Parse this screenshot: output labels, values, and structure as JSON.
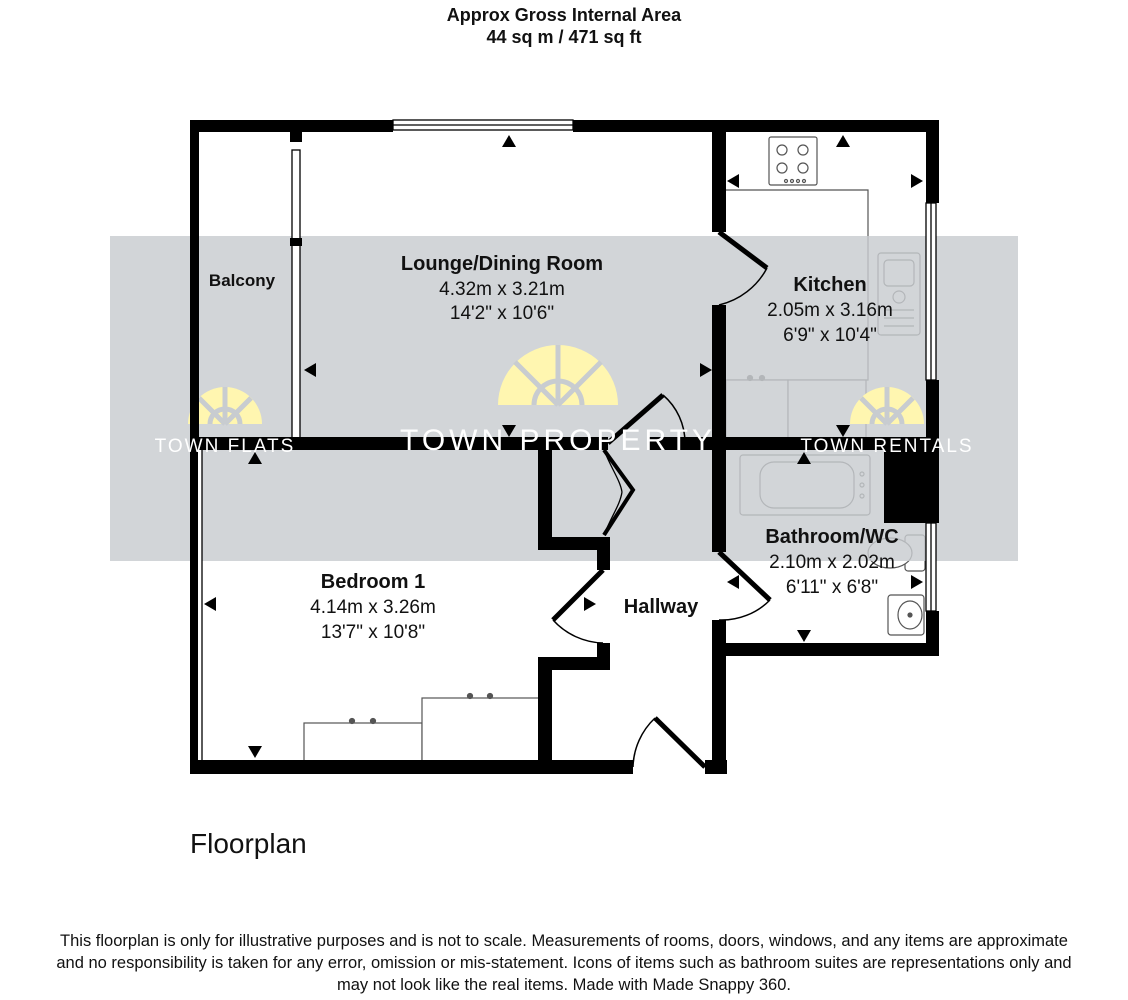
{
  "header": {
    "line1": "Approx Gross Internal Area",
    "line2": "44 sq m / 471 sq ft"
  },
  "rooms": {
    "lounge": {
      "name": "Lounge/Dining Room",
      "metric": "4.32m x 3.21m",
      "imperial": "14'2\" x 10'6\""
    },
    "kitchen": {
      "name": "Kitchen",
      "metric": "2.05m x 3.16m",
      "imperial": "6'9\" x 10'4\""
    },
    "balcony": {
      "name": "Balcony"
    },
    "bedroom": {
      "name": "Bedroom 1",
      "metric": "4.14m x 3.26m",
      "imperial": "13'7\" x 10'8\""
    },
    "bathroom": {
      "name": "Bathroom/WC",
      "metric": "2.10m x 2.02m",
      "imperial": "6'11\" x 6'8\""
    },
    "hallway": {
      "name": "Hallway"
    }
  },
  "watermark": {
    "left": "TOWN FLATS",
    "center": "TOWN PROPERTY",
    "right": "TOWN RENTALS",
    "band_color": "#c8ccd0",
    "logo_color": "#fff6b0"
  },
  "colors": {
    "wall": "#000000",
    "label": "#111111"
  },
  "footer": {
    "title": "Floorplan",
    "disclaimer_line1": "This floorplan is only for illustrative purposes and is not to scale. Measurements of rooms, doors, windows, and any items are approximate",
    "disclaimer_line2": "and no responsibility is taken for any error, omission or mis-statement. Icons of items such as bathroom suites are representations only and",
    "disclaimer_line3": "may not look like the real items. Made with Made Snappy 360."
  }
}
